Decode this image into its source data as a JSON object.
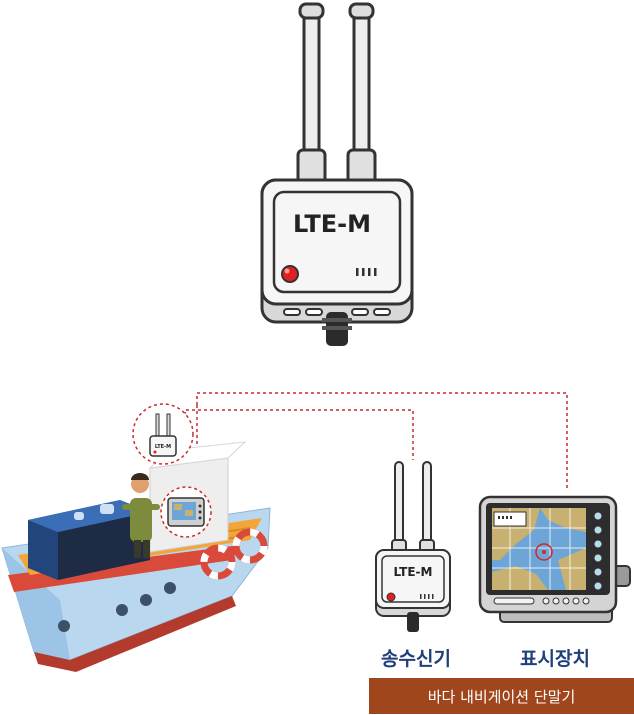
{
  "main_device": {
    "label": "LTE-M",
    "colors": {
      "body": "#f6f6f6",
      "outline": "#333333",
      "led": "#e02020",
      "antenna": "#eeeeee"
    }
  },
  "small_device": {
    "label": "LTE-M"
  },
  "labels": {
    "transceiver": "송수신기",
    "display": "표시장치"
  },
  "banner": {
    "text": "바다 내비게이션 단말기",
    "color": "#a0461c"
  },
  "connectors": {
    "color": "#cc2a2a",
    "style": "dotted"
  },
  "icons": [
    "lte-m-transceiver-icon",
    "ship-icon",
    "fisherman-icon",
    "chart-plotter-icon"
  ]
}
